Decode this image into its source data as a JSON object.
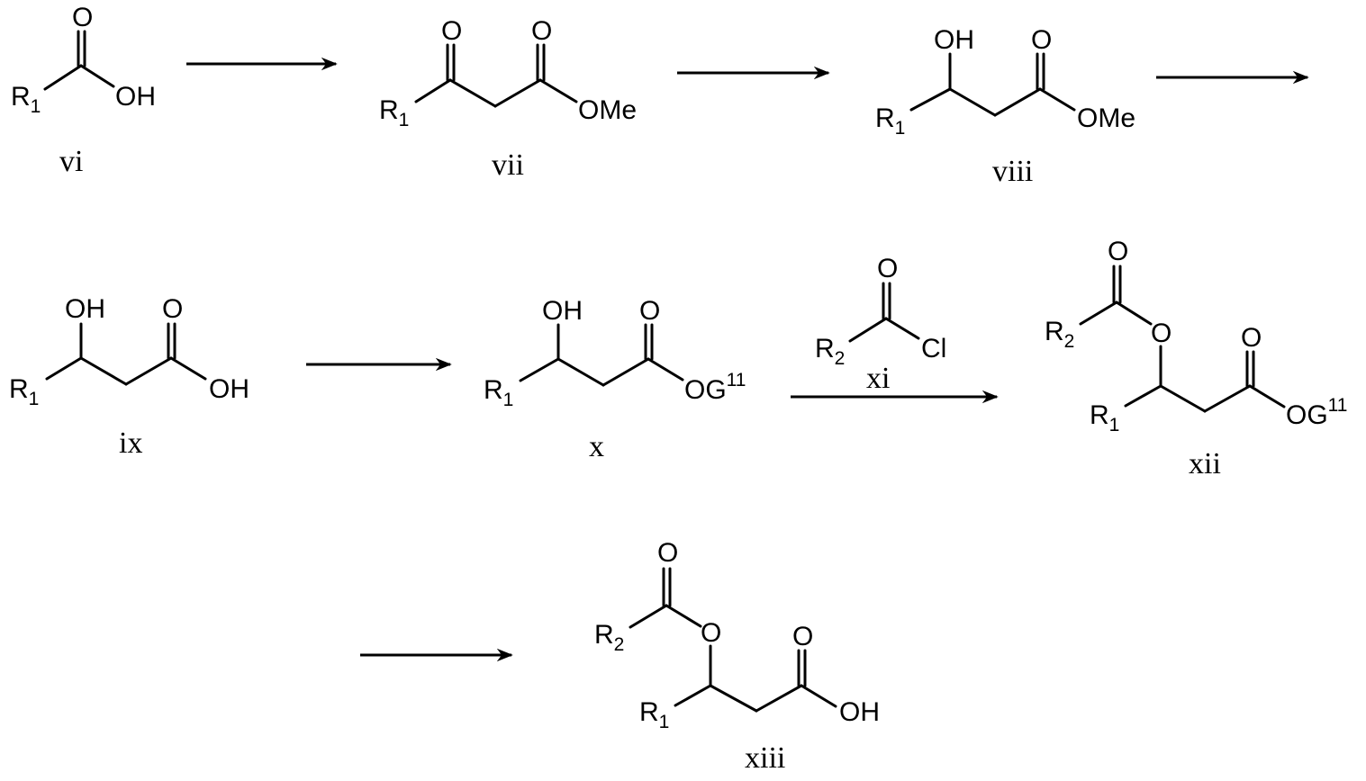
{
  "compounds": {
    "vi": {
      "label": "vi",
      "r1": "R",
      "r1_sub": "1",
      "oh": "OH",
      "o": "O"
    },
    "vii": {
      "label": "vii",
      "r1": "R",
      "r1_sub": "1",
      "o1": "O",
      "o2": "O",
      "ome": "OMe"
    },
    "viii": {
      "label": "viii",
      "r1": "R",
      "r1_sub": "1",
      "oh": "OH",
      "o": "O",
      "ome": "OMe"
    },
    "ix": {
      "label": "ix",
      "r1": "R",
      "r1_sub": "1",
      "oh_top": "OH",
      "o": "O",
      "oh": "OH"
    },
    "x": {
      "label": "x",
      "r1": "R",
      "r1_sub": "1",
      "oh_top": "OH",
      "o": "O",
      "og": "OG",
      "og_sup": "11"
    },
    "xi": {
      "label": "xi",
      "r2": "R",
      "r2_sub": "2",
      "o": "O",
      "cl": "Cl"
    },
    "xii": {
      "label": "xii",
      "r1": "R",
      "r1_sub": "1",
      "r2": "R",
      "r2_sub": "2",
      "o_top": "O",
      "o_ester": "O",
      "o": "O",
      "og": "OG",
      "og_sup": "11"
    },
    "xiii": {
      "label": "xiii",
      "r1": "R",
      "r1_sub": "1",
      "r2": "R",
      "r2_sub": "2",
      "o_top": "O",
      "o_ester": "O",
      "o": "O",
      "oh": "OH"
    }
  }
}
